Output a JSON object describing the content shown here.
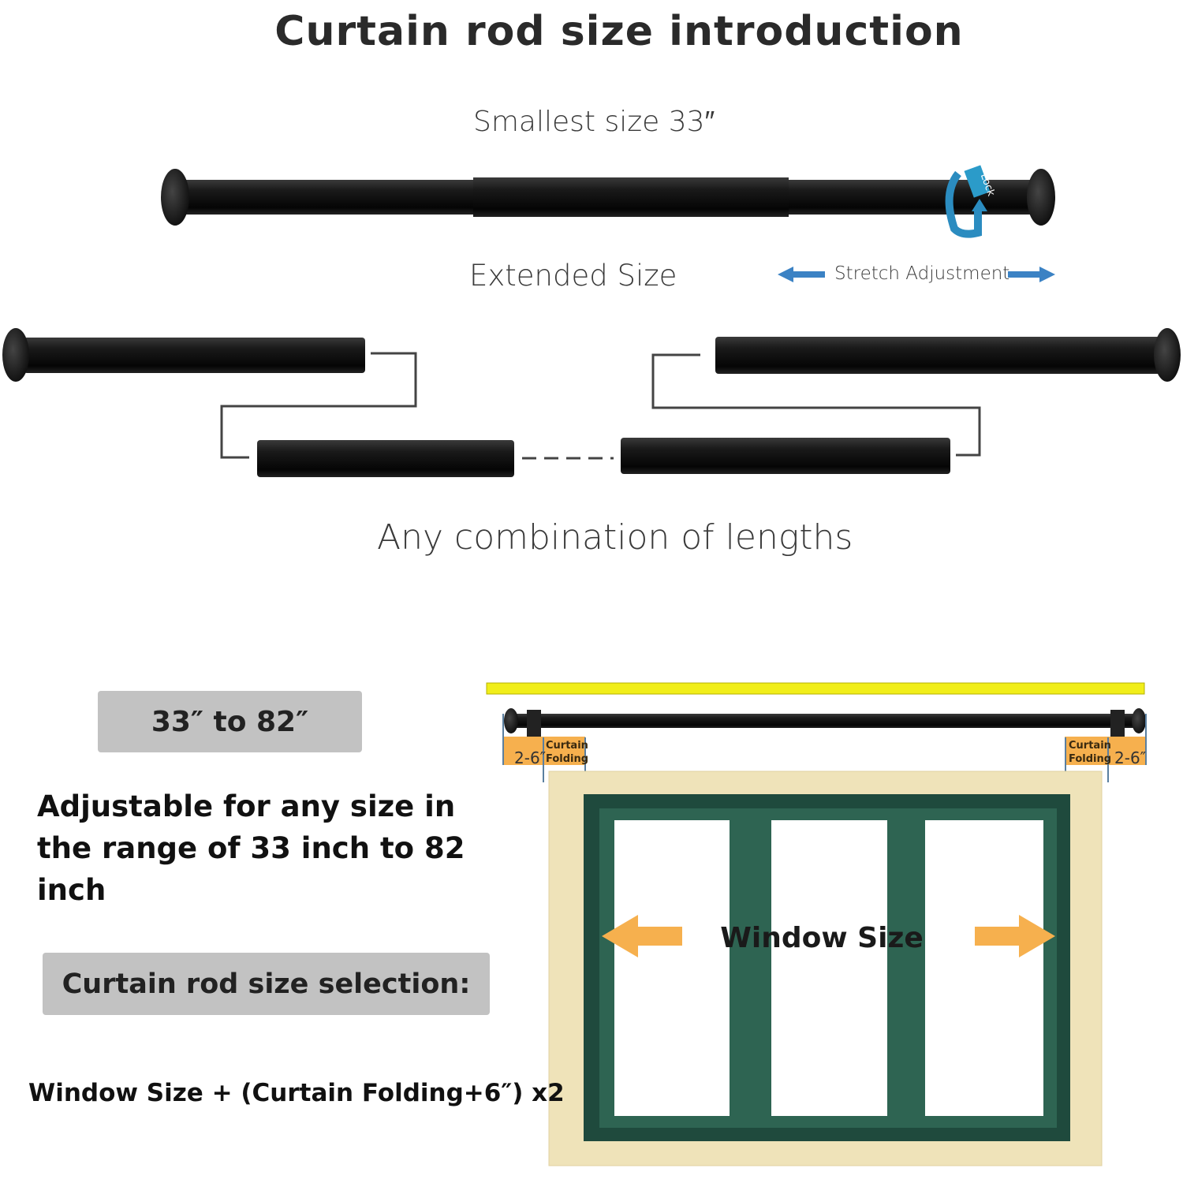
{
  "title": "Curtain rod size introduction",
  "smallest_size": "Smallest size 33″",
  "lock_label": "Lock",
  "extended_size": "Extended Size",
  "stretch_adjustment": "Stretch Adjustment",
  "combination": "Any combination of lengths",
  "range_badge": "33″  to 82″",
  "description": "Adjustable for any size in the range of 33 inch to 82 inch",
  "selection_heading": "Curtain rod size selection:",
  "formula": "Window Size +  (Curtain Folding+6″)  x2",
  "diagram": {
    "window_size": "Window Size",
    "bracket_gap": "2-6″",
    "curtain_folding_line1": "Curtain",
    "curtain_folding_line2": "Folding"
  },
  "colors": {
    "accent_blue": "#3b82c4",
    "orange": "#f6b04e",
    "frame": "#efe3b9",
    "green": "#1f4a3d",
    "tape": "#f1ee1a",
    "badge": "#c2c2c2"
  }
}
